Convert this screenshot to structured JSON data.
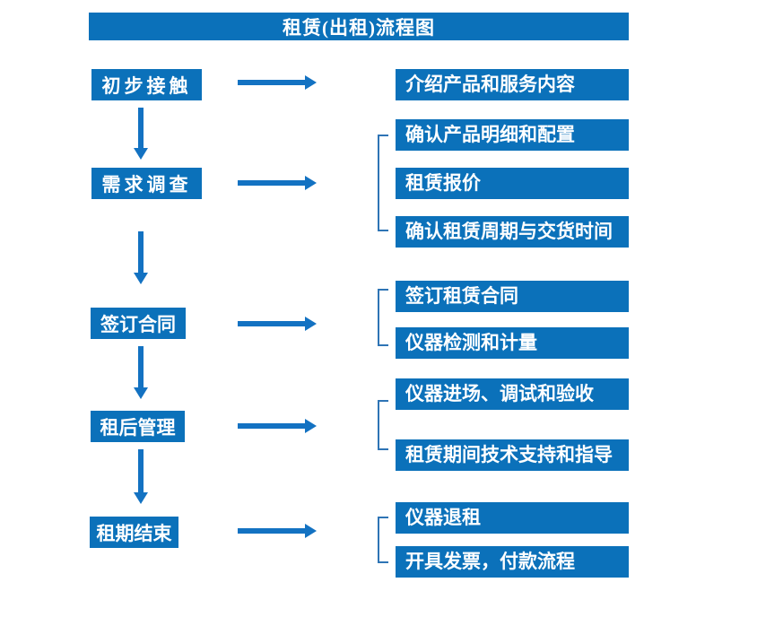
{
  "title": "租赁(出租)流程图",
  "colors": {
    "box_blue": "#0b71ba",
    "arrow_blue": "#1372c2",
    "bracket_blue": "#2e74b5",
    "text_white": "#ffffff",
    "background": "#ffffff"
  },
  "flow": {
    "steps": [
      {
        "label": "初步接触",
        "details": [
          "介绍产品和服务内容"
        ]
      },
      {
        "label": "需求调查",
        "details": [
          "确认产品明细和配置",
          "租赁报价",
          "确认租赁周期与交货时间"
        ]
      },
      {
        "label": "签订合同",
        "details": [
          "签订租赁合同",
          "仪器检测和计量"
        ]
      },
      {
        "label": "租后管理",
        "details": [
          "仪器进场、调试和验收",
          "租赁期间技术支持和指导"
        ]
      },
      {
        "label": "租期结束",
        "details": [
          "仪器退租",
          "开具发票，付款流程"
        ]
      }
    ]
  }
}
